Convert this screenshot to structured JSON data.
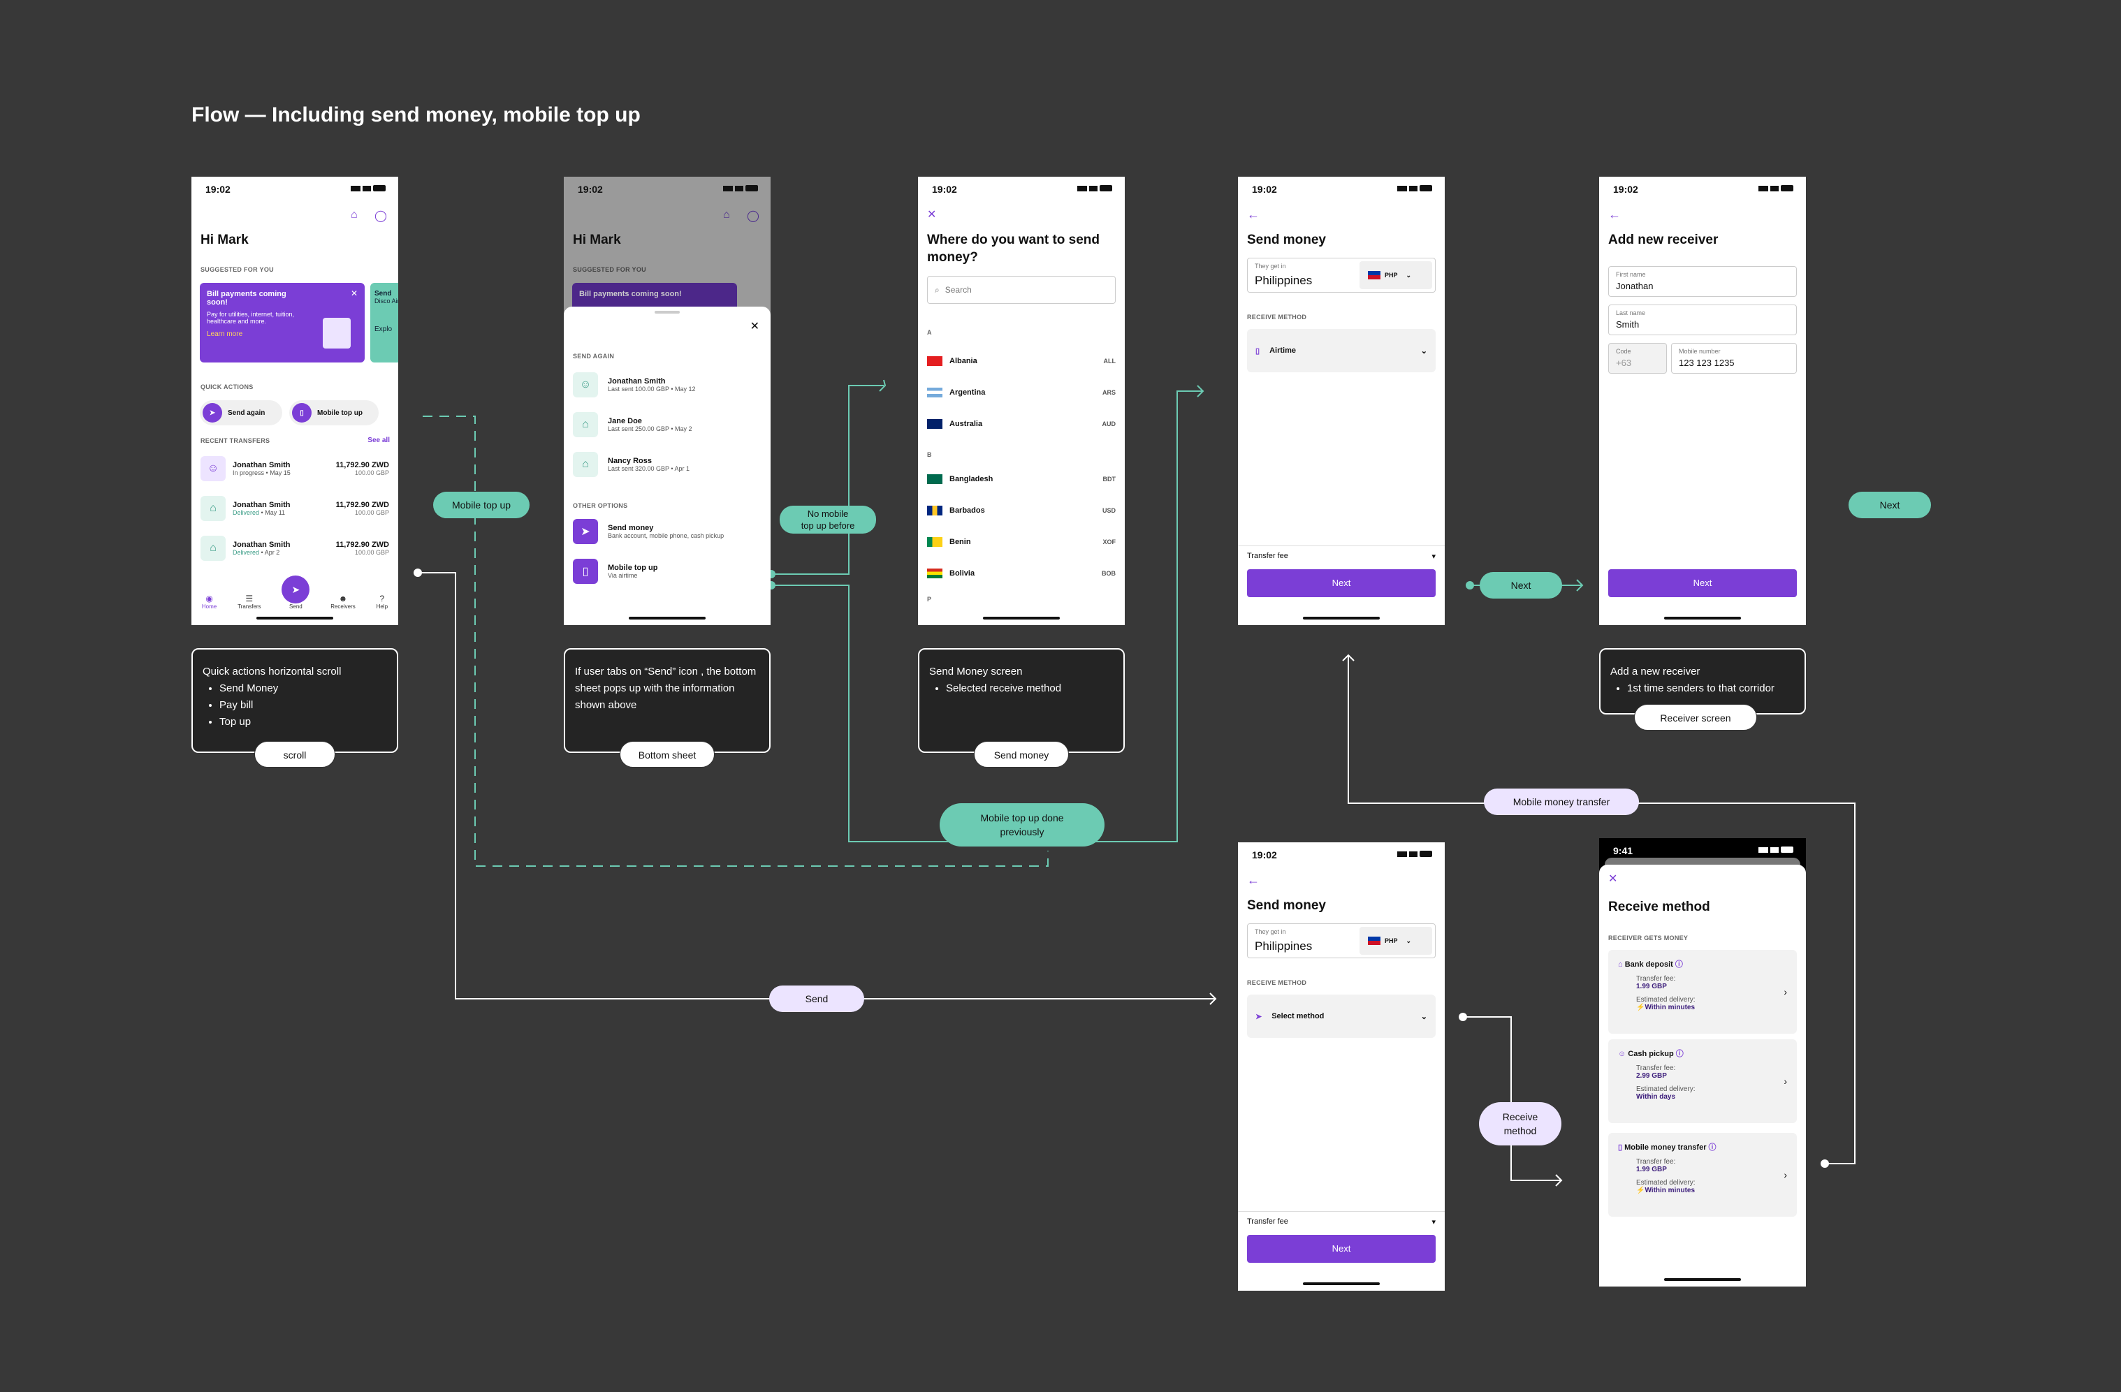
{
  "title": "Flow — Including send money, mobile top up",
  "status_time": "19:02",
  "status_time_alt": "9:41",
  "home": {
    "greeting": "Hi Mark",
    "suggested": "SUGGESTED FOR YOU",
    "card_title": "Bill payments coming soon!",
    "card_desc": "Pay for utilities, internet, tuition, healthcare and more.",
    "card_link": "Learn more",
    "card2_title": "Send",
    "card2_desc": "Disco Airtim",
    "card2_link": "Explo",
    "quick": "QUICK ACTIONS",
    "qa1": "Send again",
    "qa2": "Mobile top up",
    "recent": "RECENT TRANSFERS",
    "see_all": "See all",
    "transfers": [
      {
        "name": "Jonathan Smith",
        "status": "In progress",
        "date": "• May 15",
        "amount": "11,792.90 ZWD",
        "sub": "100.00 GBP"
      },
      {
        "name": "Jonathan Smith",
        "status": "Delivered",
        "date": "• May 11",
        "amount": "11,792.90 ZWD",
        "sub": "100.00 GBP"
      },
      {
        "name": "Jonathan Smith",
        "status": "Delivered",
        "date": "• Apr 2",
        "amount": "11,792.90 ZWD",
        "sub": "100.00 GBP"
      }
    ],
    "nav": [
      "Home",
      "Transfers",
      "Send",
      "Receivers",
      "Help"
    ]
  },
  "sheet": {
    "send_again": "SEND AGAIN",
    "contacts": [
      {
        "name": "Jonathan Smith",
        "sub": "Last sent 100.00 GBP • May 12"
      },
      {
        "name": "Jane Doe",
        "sub": "Last sent 250.00 GBP • May 2"
      },
      {
        "name": "Nancy Ross",
        "sub": "Last sent 320.00 GBP • Apr 1"
      }
    ],
    "other": "OTHER OPTIONS",
    "opt1": "Send money",
    "opt1_sub": "Bank account, mobile phone, cash pickup",
    "opt2": "Mobile top up",
    "opt2_sub": "Via airtime"
  },
  "country": {
    "title": "Where do you want to send money?",
    "search": "Search",
    "sections": [
      "A",
      "B",
      "P"
    ],
    "items": [
      {
        "name": "Albania",
        "code": "ALL"
      },
      {
        "name": "Argentina",
        "code": "ARS"
      },
      {
        "name": "Australia",
        "code": "AUD"
      },
      {
        "name": "Bangladesh",
        "code": "BDT"
      },
      {
        "name": "Barbados",
        "code": "USD"
      },
      {
        "name": "Benin",
        "code": "XOF"
      },
      {
        "name": "Bolivia",
        "code": "BOB"
      }
    ]
  },
  "send": {
    "title": "Send money",
    "they_get": "They get in",
    "country": "Philippines",
    "currency": "PHP",
    "receive_method": "RECEIVE METHOD",
    "airtime": "Airtime",
    "select_method": "Select method",
    "transfer_fee": "Transfer fee",
    "next": "Next"
  },
  "receiver": {
    "title": "Add new receiver",
    "first_label": "First name",
    "first": "Jonathan",
    "last_label": "Last name",
    "last": "Smith",
    "code_label": "Code",
    "code": "+63",
    "mobile_label": "Mobile number",
    "mobile": "123 123 1235",
    "next": "Next"
  },
  "method": {
    "title": "Receive method",
    "gets": "RECEIVER GETS MONEY",
    "fee_label": "Transfer fee:",
    "est_label": "Estimated delivery:",
    "items": [
      {
        "name": "Bank deposit",
        "fee": "1.99 GBP",
        "eta": "Within minutes"
      },
      {
        "name": "Cash pickup",
        "fee": "2.99 GBP",
        "eta": "Within days"
      },
      {
        "name": "Mobile money transfer",
        "fee": "1.99 GBP",
        "eta": "Within minutes"
      }
    ]
  },
  "notes": {
    "n1_title": "Quick actions horizontal scroll",
    "n1_items": [
      "Send Money",
      "Pay bill",
      "Top up"
    ],
    "n1_pill": "scroll",
    "n2": "If user tabs on “Send” icon , the bottom sheet pops up with the information shown above",
    "n2_pill": "Bottom sheet",
    "n3_title": "Send Money screen",
    "n3_item": "Selected receive method",
    "n3_pill": "Send money",
    "n4_title": "Add a new receiver",
    "n4_item": "1st time senders to that corridor",
    "n4_pill": "Receiver screen"
  },
  "flow": {
    "mobile_top_up": "Mobile top up",
    "no_mobile_1": "No mobile",
    "no_mobile_2": "top up before",
    "done_1": "Mobile top up done",
    "done_2": "previously",
    "send": "Send",
    "next1": "Next",
    "next2": "Next",
    "mmt": "Mobile money transfer",
    "rm_1": "Receive",
    "rm_2": "method"
  },
  "colors": {
    "bg": "#383838",
    "accent": "#7b3ed6",
    "teal": "#6ccbb3",
    "lavender": "#ece4ff"
  }
}
